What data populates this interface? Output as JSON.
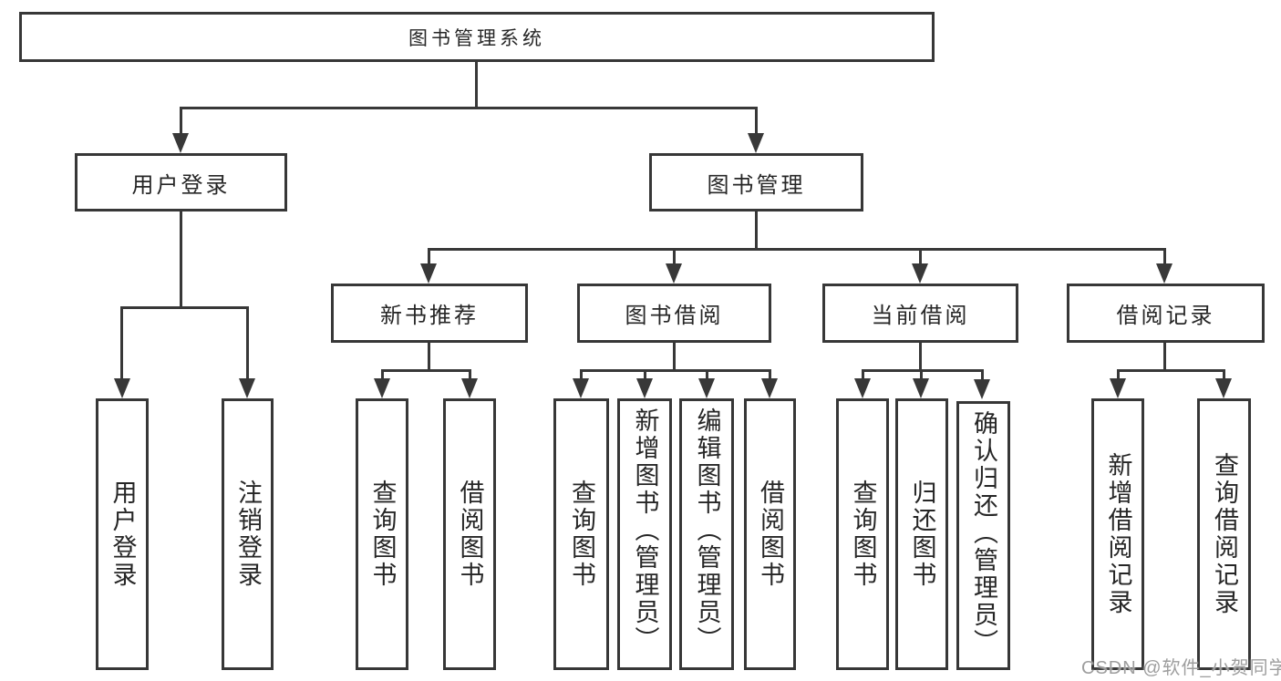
{
  "tree": {
    "label": "图书管理系统",
    "children": [
      {
        "label": "用户登录",
        "children": [
          {
            "label": "用户登录"
          },
          {
            "label": "注销登录"
          }
        ]
      },
      {
        "label": "图书管理",
        "children": [
          {
            "label": "新书推荐",
            "children": [
              {
                "label": "查询图书"
              },
              {
                "label": "借阅图书"
              }
            ]
          },
          {
            "label": "图书借阅",
            "children": [
              {
                "label": "查询图书"
              },
              {
                "label": "新增图书（管理员）"
              },
              {
                "label": "编辑图书（管理员）"
              },
              {
                "label": "借阅图书"
              }
            ]
          },
          {
            "label": "当前借阅",
            "children": [
              {
                "label": "查询图书"
              },
              {
                "label": "归还图书"
              },
              {
                "label": "确认归还（管理员）"
              }
            ]
          },
          {
            "label": "借阅记录",
            "children": [
              {
                "label": "新增借阅记录"
              },
              {
                "label": "查询借阅记录"
              }
            ]
          }
        ]
      }
    ]
  },
  "watermark": {
    "text": "CSDN @软件_小贺同学"
  },
  "colors": {
    "box_border": "#373737",
    "connector_line": "#383838",
    "text": "#262626",
    "watermark": "#9e9e9e",
    "background": "#ffffff"
  }
}
